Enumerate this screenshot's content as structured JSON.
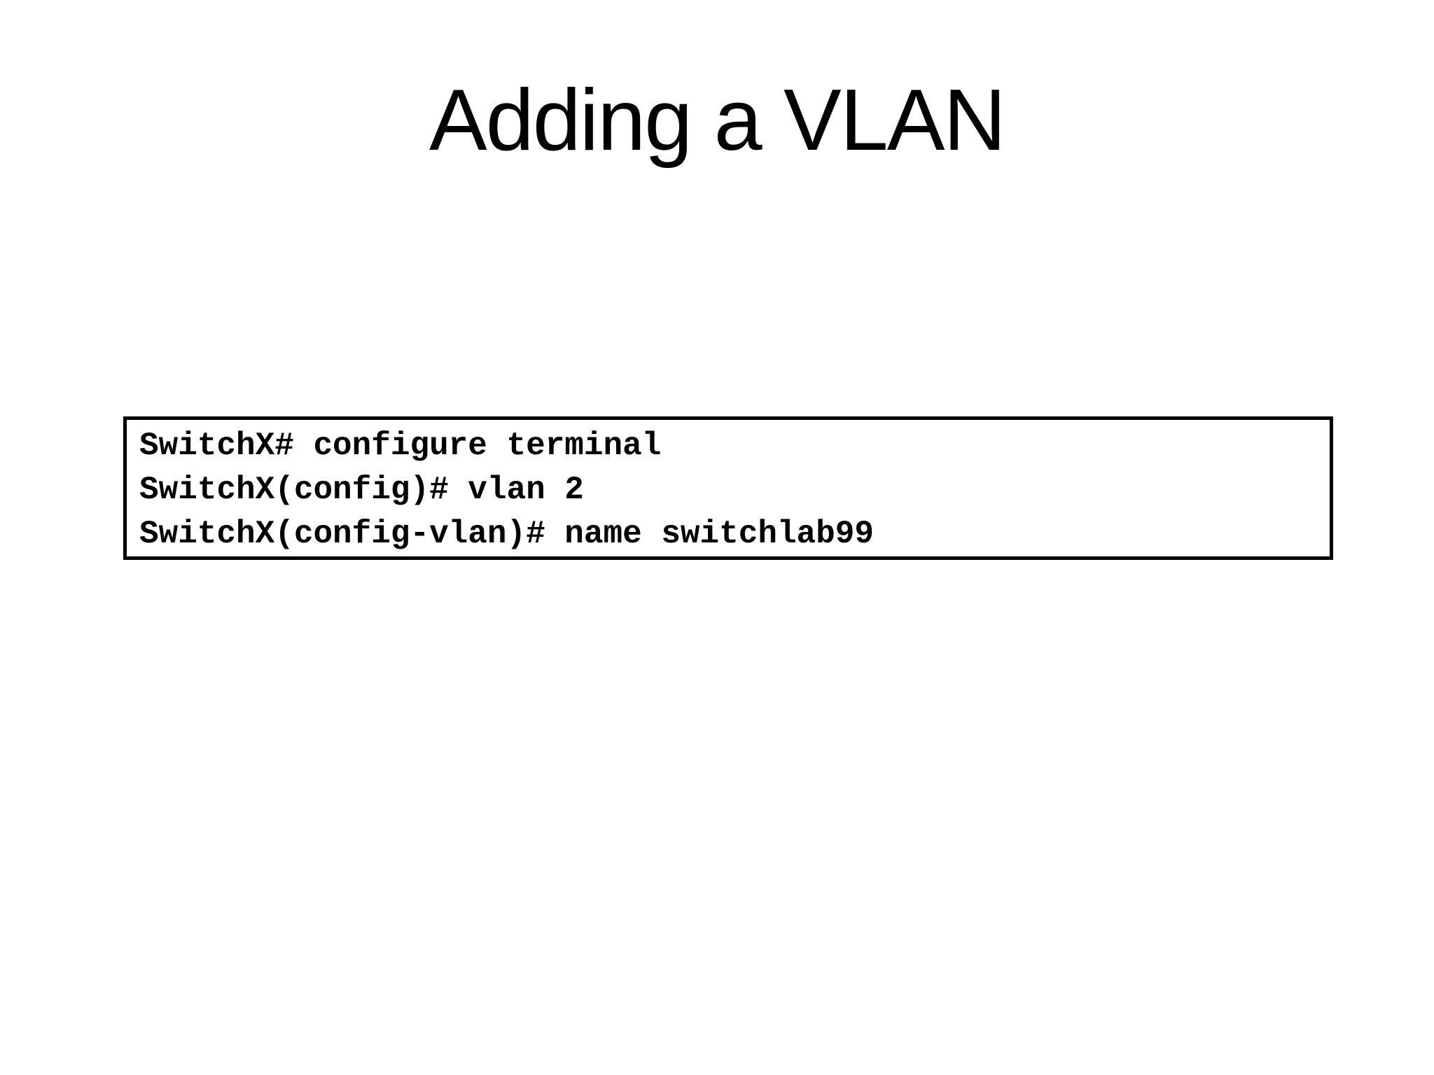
{
  "title": "Adding a VLAN",
  "code_box": {
    "lines": [
      "SwitchX# configure terminal",
      "SwitchX(config)# vlan 2",
      "SwitchX(config-vlan)# name switchlab99"
    ]
  },
  "colors": {
    "background": "#ffffff",
    "text": "#000000",
    "code_border": "#000000"
  }
}
